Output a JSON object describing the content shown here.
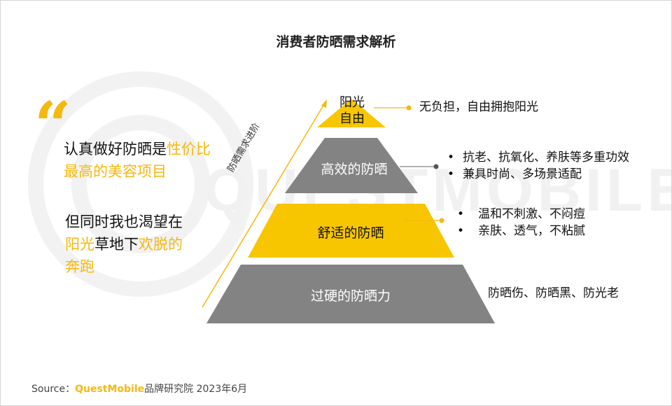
{
  "title": "消费者防晒需求解析",
  "quote": {
    "mark": "“",
    "line1_plain": "认真做好防晒是",
    "line1_highlight": "性价比",
    "line2_highlight": "最高的美容项目",
    "line3_plain": "但同时我也渴望在",
    "line4_highlight": "阳光",
    "line4_plain": "草地下",
    "line4_highlight2": "欢脱的",
    "line5_highlight": "奔跑"
  },
  "axis_label": "防晒需求进阶",
  "watermark": "QUESTMOBILE",
  "pyramid": {
    "tiers": [
      {
        "label_line1": "阳光",
        "label_line2": "自由",
        "color": "#f7c600"
      },
      {
        "label": "高效的防晒",
        "color": "#838383"
      },
      {
        "label": "舒适的防晒",
        "color": "#f7c600"
      },
      {
        "label": "过硬的防晒力",
        "color": "#838383"
      }
    ]
  },
  "descriptions": {
    "tier1": "无负担，自由拥抱阳光",
    "tier2": [
      "抗老、抗氧化、养肤等多重功效",
      "兼具时尚、多场景适配"
    ],
    "tier3": [
      "温和不刺激、不闷痘",
      "亲肤、透气，不粘腻"
    ],
    "tier4": "防晒伤、防晒黑、防光老",
    "bullet": "•"
  },
  "source": {
    "prefix": "Source：",
    "brand": "QuestMobile",
    "suffix": "品牌研究院 2023年6月"
  },
  "colors": {
    "accent": "#f5b80e",
    "gray": "#838383",
    "watermark": "#f1f1f1"
  }
}
